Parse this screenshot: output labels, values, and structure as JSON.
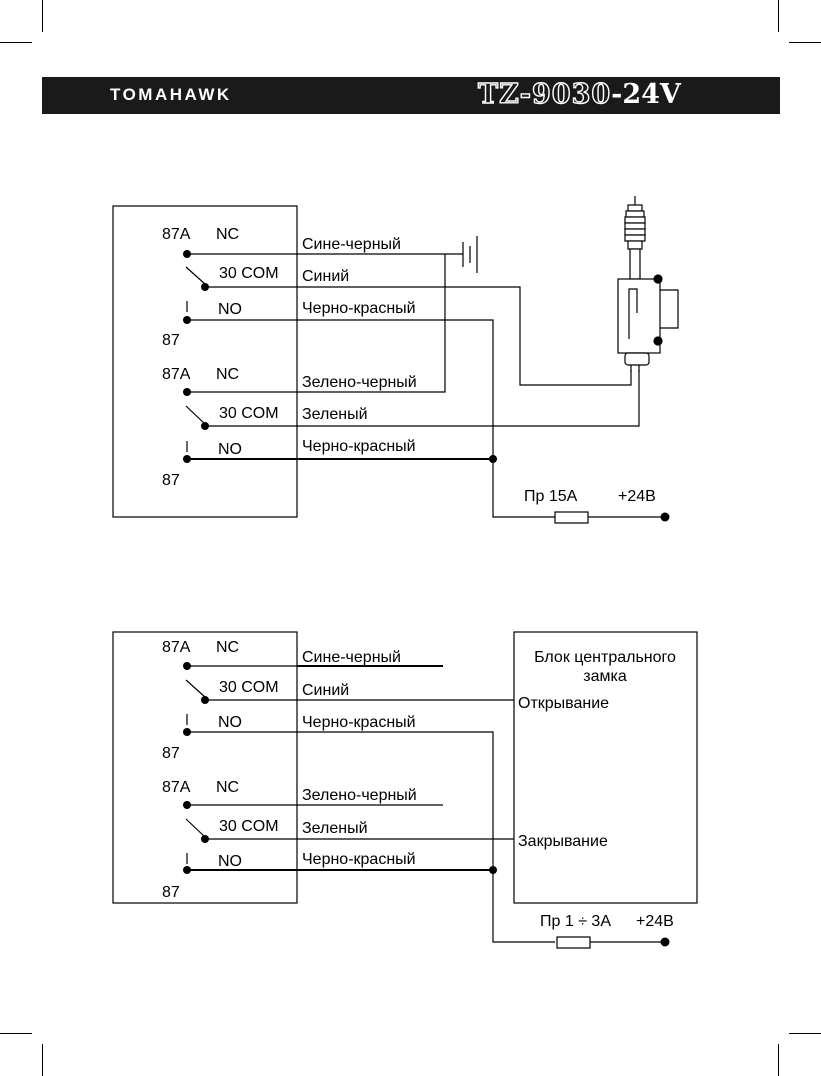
{
  "header": {
    "brand": "TOMAHAWK",
    "model_outline": "TZ-9030",
    "model_solid": "-24V"
  },
  "diagram1": {
    "relay_top": {
      "pin_nc": "87A",
      "label_nc": "NC",
      "label_com": "30 COM",
      "label_no": "NO",
      "pin_no": "87"
    },
    "relay_bottom": {
      "pin_nc": "87A",
      "label_nc": "NC",
      "label_com": "30 COM",
      "label_no": "NO",
      "pin_no": "87"
    },
    "wires": [
      "Сине-черный",
      "Синий",
      "Черно-красный",
      "Зелено-черный",
      "Зеленый",
      "Черно-красный"
    ],
    "fuse_label": "Пр 15А",
    "power_label": "+24В"
  },
  "diagram2": {
    "relay_top": {
      "pin_nc": "87A",
      "label_nc": "NC",
      "label_com": "30 COM",
      "label_no": "NO",
      "pin_no": "87"
    },
    "relay_bottom": {
      "pin_nc": "87A",
      "label_nc": "NC",
      "label_com": "30 COM",
      "label_no": "NO",
      "pin_no": "87"
    },
    "wires": [
      "Сине-черный",
      "Синий",
      "Черно-красный",
      "Зелено-черный",
      "Зеленый",
      "Черно-красный"
    ],
    "block_title_1": "Блок центрального",
    "block_title_2": "замка",
    "open_label": "Открывание",
    "close_label": "Закрывание",
    "fuse_label": "Пр 1 ÷ 3А",
    "power_label": "+24В"
  }
}
